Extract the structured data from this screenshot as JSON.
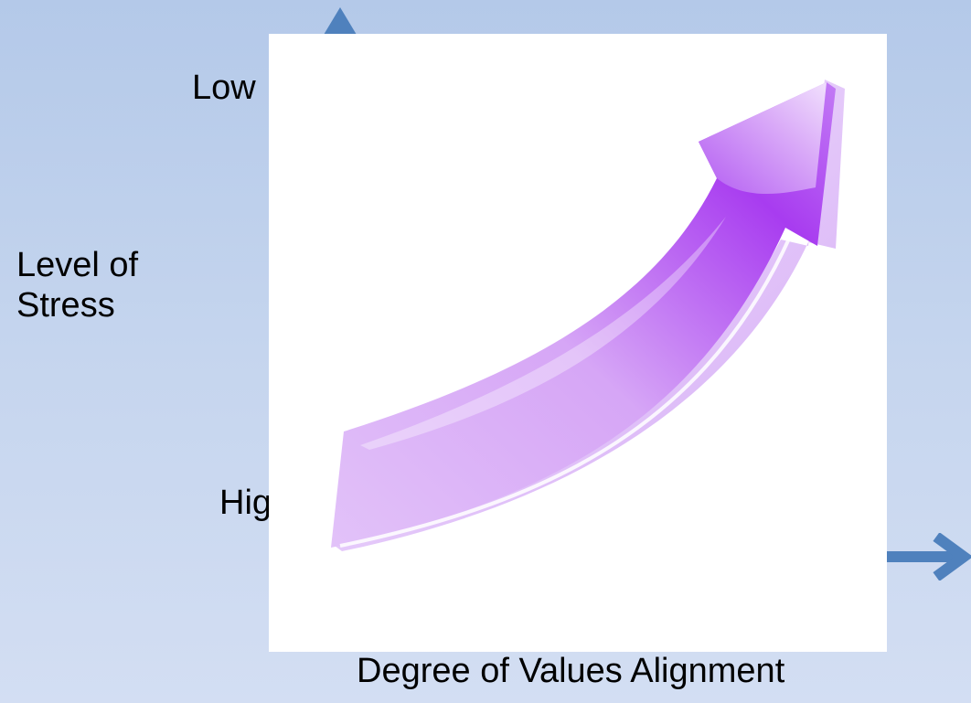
{
  "diagram": {
    "y_axis": {
      "title_line1": "Level of",
      "title_line2": "Stress",
      "top_label": "Low",
      "bottom_label": "High"
    },
    "x_axis": {
      "title": "Degree of Values Alignment"
    },
    "colors": {
      "background_top": "#b4c9e9",
      "background_bottom": "#d3def3",
      "axis_arrow": "#4f81bd",
      "curve_arrow": "#c58cf2"
    },
    "icons": {
      "y_axis_arrow": "up-triangle-arrow",
      "x_axis_arrow": "right-arrow",
      "image": "rising-curved-arrow"
    }
  }
}
